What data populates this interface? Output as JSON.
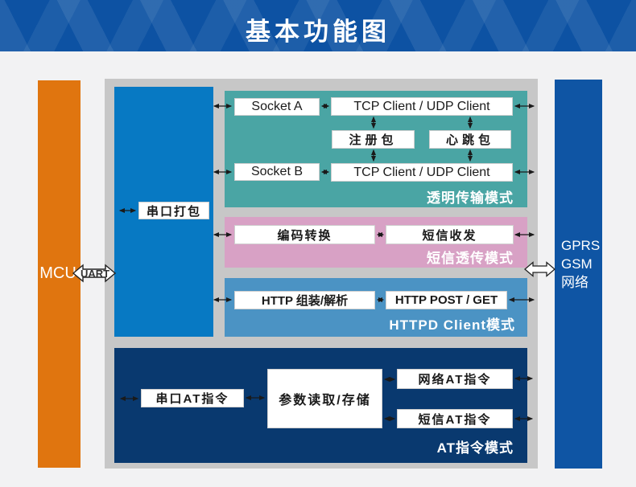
{
  "header": {
    "title": "基本功能图"
  },
  "mcu_bar": {
    "label": "MCU"
  },
  "uart_connector": {
    "label": "UART"
  },
  "network_bar": {
    "line1": "GPRS",
    "line2": "GSM",
    "line3": "网络"
  },
  "serial_panel": {
    "packing_box": "串口打包"
  },
  "transparent_mode": {
    "title": "透明传输模式",
    "socket_a": "Socket A",
    "tcp_client_top": "TCP Client / UDP Client",
    "register_packet": "注册包",
    "heartbeat_packet": "心跳包",
    "socket_b": "Socket B",
    "tcp_client_bottom": "TCP Client / UDP Client"
  },
  "sms_mode": {
    "title": "短信透传模式",
    "encoding_conversion": "编码转换",
    "sms_send_receive": "短信收发"
  },
  "httpd_mode": {
    "title": "HTTPD Client模式",
    "http_assemble_parse": "HTTP 组装/解析",
    "http_post_get": "HTTP POST / GET"
  },
  "at_mode": {
    "title": "AT指令模式",
    "serial_at_command": "串口AT指令",
    "param_read_store": "参数读取/存储",
    "network_at_command": "网络AT指令",
    "sms_at_command": "短信AT指令"
  },
  "colors": {
    "header_blue": "#0d52a3",
    "mcu_orange": "#e0750f",
    "serial_panel_blue": "#0779c3",
    "transparent_teal": "#4aa5a4",
    "sms_pink": "#d8a1c5",
    "httpd_blue": "#4b93c4",
    "at_navy": "#09396f",
    "network_bar_blue": "#0f55a4",
    "container_gray": "#c7c7c7",
    "page_background": "#f2f2f3"
  }
}
